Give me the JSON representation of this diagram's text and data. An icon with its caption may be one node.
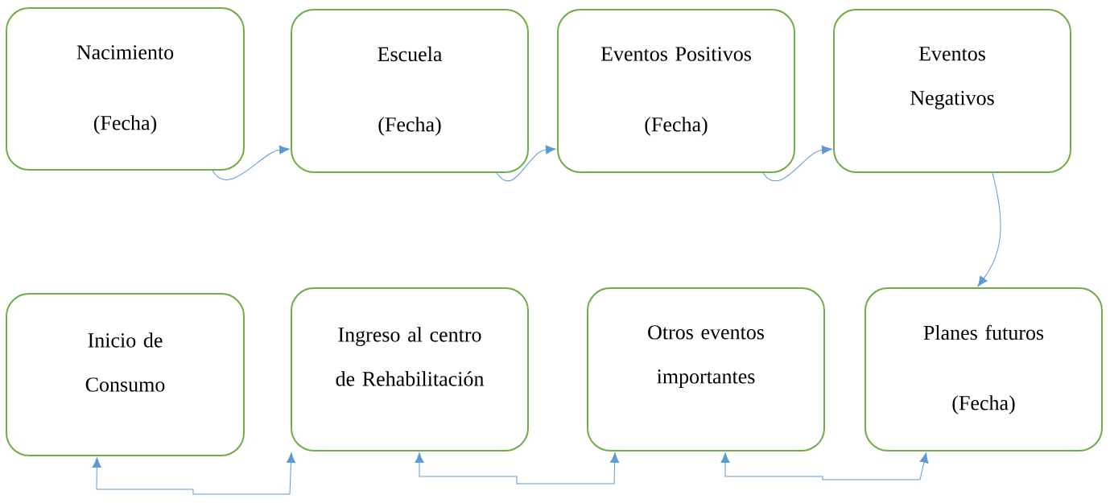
{
  "diagram": {
    "nodes": [
      {
        "text": [
          "Nacimiento",
          "(Fecha)"
        ]
      },
      {
        "text": [
          "Escuela",
          "(Fecha)"
        ]
      },
      {
        "text": [
          "Eventos Positivos",
          "(Fecha)"
        ]
      },
      {
        "text": [
          "Eventos Negativos"
        ]
      },
      {
        "text": [
          "Inicio de Consumo"
        ]
      },
      {
        "text": [
          "Ingreso al centro de Rehabilitación"
        ]
      },
      {
        "text": [
          "Otros eventos importantes"
        ]
      },
      {
        "text": [
          "Planes futuros",
          "(Fecha)"
        ]
      }
    ],
    "edges": [
      {
        "from": 0,
        "to": 1,
        "arrow": "to"
      },
      {
        "from": 1,
        "to": 2,
        "arrow": "to"
      },
      {
        "from": 2,
        "to": 3,
        "arrow": "to"
      },
      {
        "from": 3,
        "to": 7,
        "arrow": "to"
      },
      {
        "from": 4,
        "to": 5,
        "arrow": "both"
      },
      {
        "from": 5,
        "to": 6,
        "arrow": "both"
      },
      {
        "from": 6,
        "to": 7,
        "arrow": "both"
      }
    ]
  }
}
